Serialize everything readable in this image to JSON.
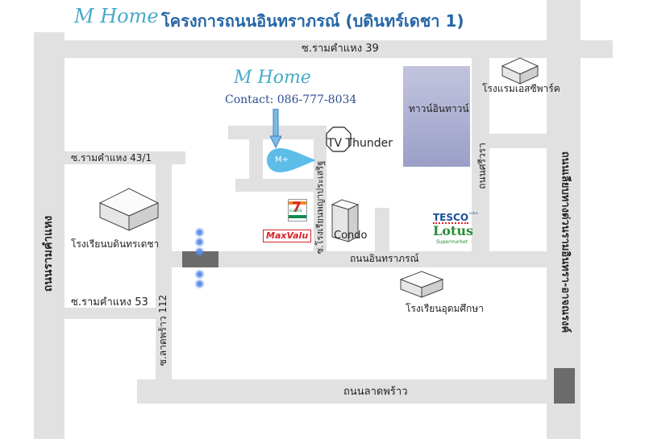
{
  "header": {
    "logo_text": "M Home",
    "title": "โครงการถนนอินทราภรณ์ (บดินทร์เดชา 1)"
  },
  "home_marker": {
    "logo_text": "M Home",
    "contact": "Contact: 086-777-8034",
    "pin_label": "M+"
  },
  "roads": {
    "soi_ramkhamhaeng_39": "ซ.รามคำแหง 39",
    "soi_ramkhamhaeng_43_1": "ซ.รามคำแหง 43/1",
    "soi_ramkhamhaeng_53": "ซ.รามคำแหง 53",
    "ramkhamhaeng_road": "ถนนรามคำแหง",
    "soi_ladprao_112": "ซ.ลาดพร้าว 112",
    "soi_school_prasert": "ซ.โรงเรียนพญาประเสริฐ",
    "intharaporn_road": "ถนนอินทราภรณ์",
    "ladprao_road": "ถนนลาดพร้าว",
    "srivara_road": "ถนนศรีวรา",
    "expressway": "ถนนเลียบทางด่วนรามอินทรา-อาจณรงค์"
  },
  "places": {
    "town_in_town": "ทาวน์อินทาวน์",
    "hotel": "โรงแรมเอสซีพาร์ค",
    "tv_thunder": "TV Thunder",
    "bodindecha_school": "โรงเรียนบดินทรเดชา",
    "condo": "Condo",
    "udomsuksa_school": "โรงเรียนอุดมศึกษา"
  },
  "brands": {
    "seven_eleven_numeral": "7",
    "seven_eleven_text": "ELEVEN",
    "maxvalu": "MaxValu",
    "tesco": "TESCO",
    "tesco_small": "Lotus",
    "lotus": "Lotus",
    "supermarket": "Supermarket"
  },
  "colors": {
    "road": "#e1e1e1",
    "pin": "#5bbde8",
    "town_block": "#a9acd0",
    "title": "#2566a6",
    "bridge": "#6b6b6b",
    "traffic_dots": "#5b8fe8"
  }
}
